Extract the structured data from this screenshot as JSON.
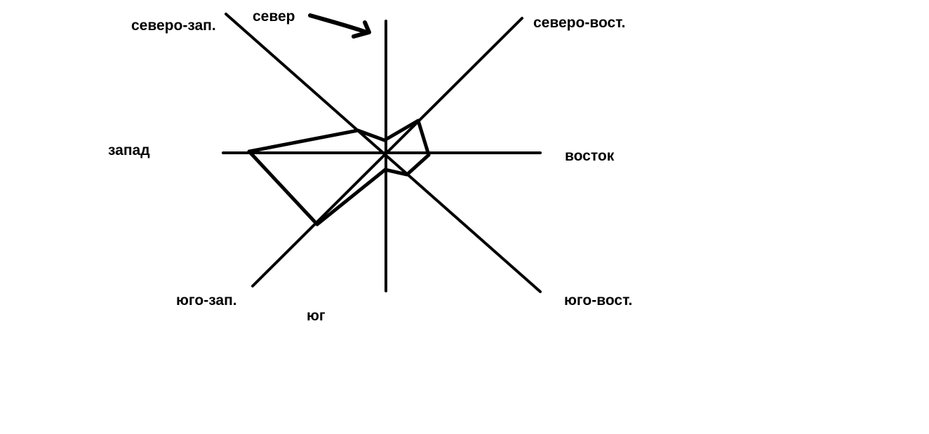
{
  "diagram": {
    "type": "wind-rose",
    "line_color": "#000000",
    "background": "#ffffff",
    "labels": {
      "north": "север",
      "north_east": "северо-вост.",
      "east": "восток",
      "south_east": "юго-вост.",
      "south": "юг",
      "south_west": "юго-зап.",
      "west": "запад",
      "north_west": "северо-зап."
    }
  }
}
